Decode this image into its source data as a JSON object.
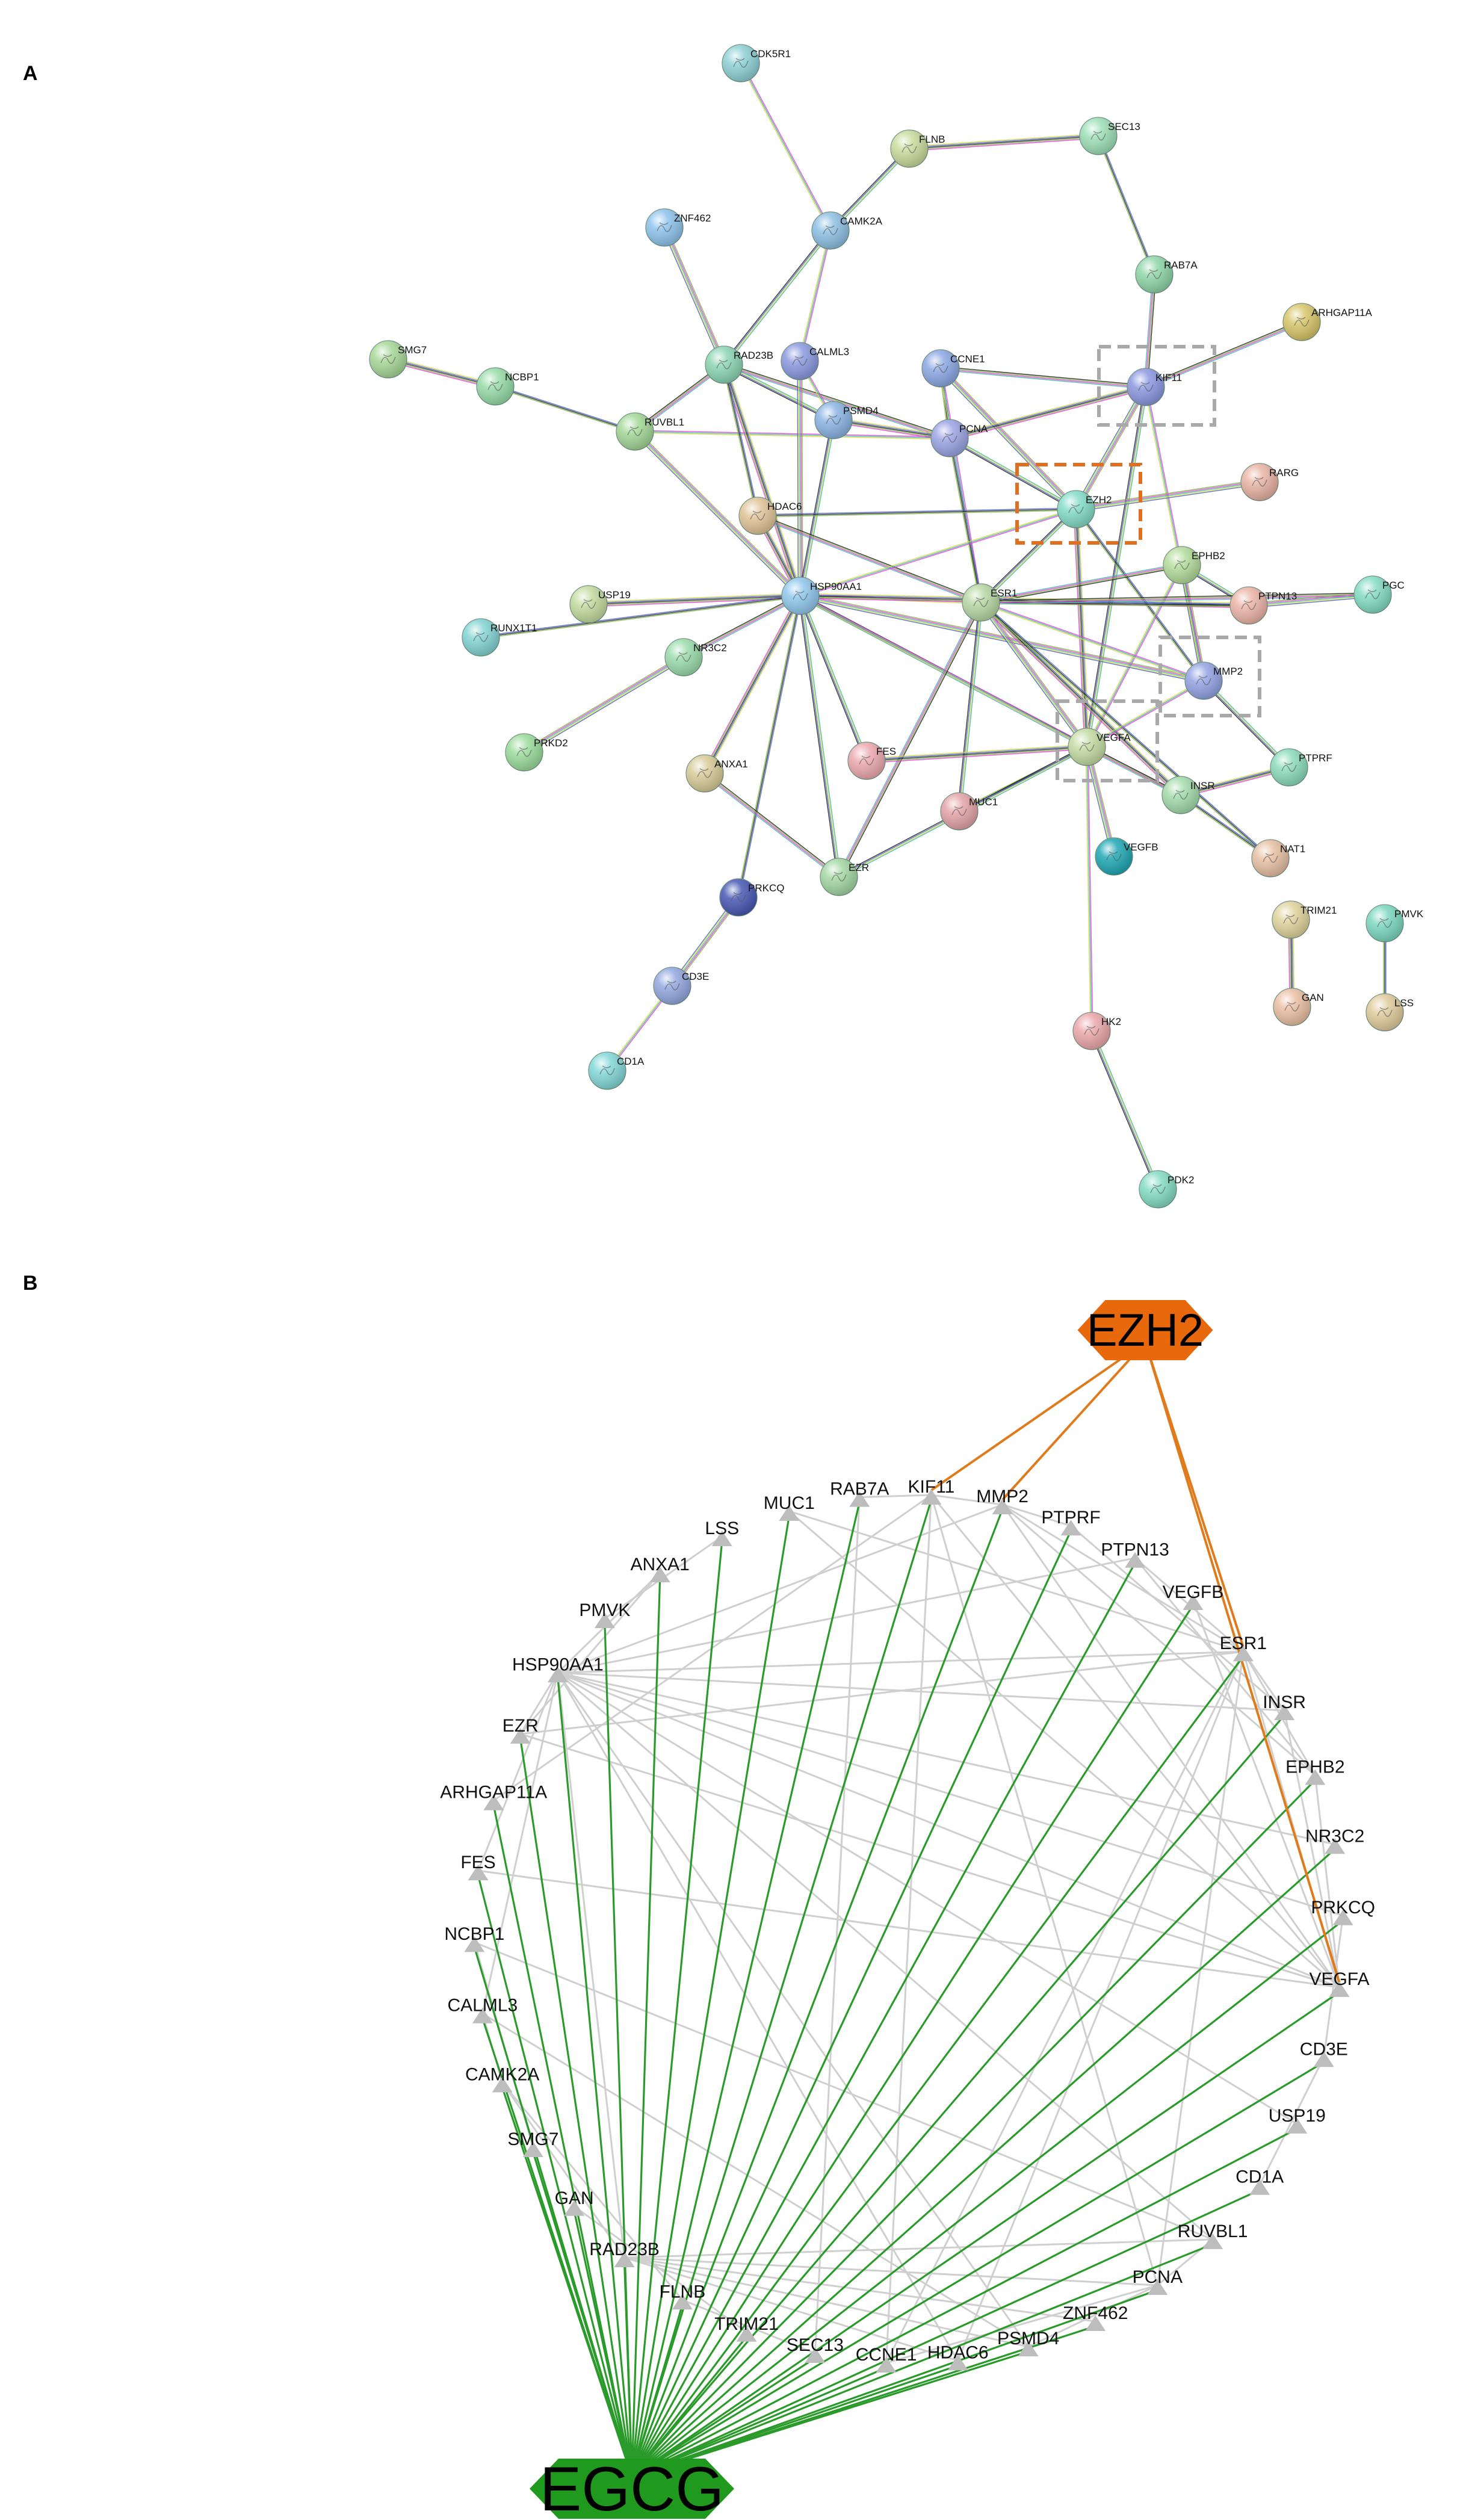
{
  "panels": {
    "a": "A",
    "b": "B"
  },
  "colors": {
    "hub_ezh2": "#e8680c",
    "hub_egcg": "#1f9a1f",
    "edge_b_gray": "#cfcfcf",
    "edge_ezh2": "#e07b1c",
    "edge_egcg": "#2a9a2a",
    "box_orange": "#e07020",
    "box_gray": "#a9a9a9"
  },
  "network_a": {
    "nodes": [
      {
        "id": "CDK5R1",
        "color": "#8fd1d6"
      },
      {
        "id": "FLNB",
        "color": "#c8dc9c"
      },
      {
        "id": "SEC13",
        "color": "#9ee0b8"
      },
      {
        "id": "ZNF462",
        "color": "#8fc4ec"
      },
      {
        "id": "CAMK2A",
        "color": "#8fc0e4"
      },
      {
        "id": "RAB7A",
        "color": "#8fd6a8"
      },
      {
        "id": "ARHGAP11A",
        "color": "#d8c66a"
      },
      {
        "id": "SMG7",
        "color": "#a8d898"
      },
      {
        "id": "NCBP1",
        "color": "#98dca8"
      },
      {
        "id": "RAD23B",
        "color": "#8cd6b4"
      },
      {
        "id": "CALML3",
        "color": "#8c9ae0"
      },
      {
        "id": "CCNE1",
        "color": "#8ca8e4"
      },
      {
        "id": "KIF11",
        "color": "#8c98e0"
      },
      {
        "id": "RUVBL1",
        "color": "#a4d898"
      },
      {
        "id": "PSMD4",
        "color": "#8cb4e4"
      },
      {
        "id": "PCNA",
        "color": "#9ca4e4"
      },
      {
        "id": "RARG",
        "color": "#e8b4a4"
      },
      {
        "id": "HDAC6",
        "color": "#e0c498"
      },
      {
        "id": "EZH2",
        "color": "#84dcc8"
      },
      {
        "id": "EPHB2",
        "color": "#b4dc9c"
      },
      {
        "id": "USP19",
        "color": "#c4dca0"
      },
      {
        "id": "HSP90AA1",
        "color": "#90c8ec"
      },
      {
        "id": "ESR1",
        "color": "#b8d8a4"
      },
      {
        "id": "PTPN13",
        "color": "#ecb4a8"
      },
      {
        "id": "PGC",
        "color": "#84dcc4"
      },
      {
        "id": "RUNX1T1",
        "color": "#84d4d4"
      },
      {
        "id": "NR3C2",
        "color": "#9cdcac"
      },
      {
        "id": "MMP2",
        "color": "#94a4e4"
      },
      {
        "id": "PRKD2",
        "color": "#9cdc9c"
      },
      {
        "id": "FES",
        "color": "#ecaab0"
      },
      {
        "id": "VEGFA",
        "color": "#c4dca4"
      },
      {
        "id": "PTPRF",
        "color": "#8cdcbc"
      },
      {
        "id": "ANXA1",
        "color": "#d8cc98"
      },
      {
        "id": "MUC1",
        "color": "#e4a4a8"
      },
      {
        "id": "INSR",
        "color": "#a4dcac"
      },
      {
        "id": "VEGFB",
        "color": "#20a8b4"
      },
      {
        "id": "NAT1",
        "color": "#e8c0a4"
      },
      {
        "id": "PRKCQ",
        "color": "#4858b4"
      },
      {
        "id": "EZR",
        "color": "#a4d8a4"
      },
      {
        "id": "TRIM21",
        "color": "#e0d49c"
      },
      {
        "id": "PMVK",
        "color": "#7cd8c0"
      },
      {
        "id": "CD3E",
        "color": "#94a8e0"
      },
      {
        "id": "GAN",
        "color": "#ecc0a4"
      },
      {
        "id": "LSS",
        "color": "#e0cc9c"
      },
      {
        "id": "HK2",
        "color": "#eca8ac"
      },
      {
        "id": "CD1A",
        "color": "#84d8d8"
      },
      {
        "id": "PDK2",
        "color": "#84dcc4"
      }
    ],
    "edges": [
      [
        "CDK5R1",
        "CAMK2A"
      ],
      [
        "FLNB",
        "CAMK2A"
      ],
      [
        "FLNB",
        "SEC13"
      ],
      [
        "SEC13",
        "RAB7A"
      ],
      [
        "RAB7A",
        "KIF11"
      ],
      [
        "ZNF462",
        "RAD23B"
      ],
      [
        "CAMK2A",
        "CALML3"
      ],
      [
        "CAMK2A",
        "RAD23B"
      ],
      [
        "SMG7",
        "NCBP1"
      ],
      [
        "NCBP1",
        "RUVBL1"
      ],
      [
        "RUVBL1",
        "RAD23B"
      ],
      [
        "RUVBL1",
        "HSP90AA1"
      ],
      [
        "RUVBL1",
        "PCNA"
      ],
      [
        "RAD23B",
        "PSMD4"
      ],
      [
        "RAD23B",
        "HSP90AA1"
      ],
      [
        "RAD23B",
        "HDAC6"
      ],
      [
        "RAD23B",
        "PCNA"
      ],
      [
        "CALML3",
        "HSP90AA1"
      ],
      [
        "CALML3",
        "PSMD4"
      ],
      [
        "PSMD4",
        "HSP90AA1"
      ],
      [
        "PSMD4",
        "PCNA"
      ],
      [
        "CCNE1",
        "PCNA"
      ],
      [
        "CCNE1",
        "KIF11"
      ],
      [
        "CCNE1",
        "EZH2"
      ],
      [
        "CCNE1",
        "ESR1"
      ],
      [
        "PCNA",
        "EZH2"
      ],
      [
        "PCNA",
        "KIF11"
      ],
      [
        "PCNA",
        "ESR1"
      ],
      [
        "KIF11",
        "ARHGAP11A"
      ],
      [
        "KIF11",
        "EZH2"
      ],
      [
        "KIF11",
        "MMP2"
      ],
      [
        "KIF11",
        "VEGFA"
      ],
      [
        "HDAC6",
        "HSP90AA1"
      ],
      [
        "HDAC6",
        "EZH2"
      ],
      [
        "HDAC6",
        "ESR1"
      ],
      [
        "EZH2",
        "RARG"
      ],
      [
        "EZH2",
        "HSP90AA1"
      ],
      [
        "EZH2",
        "ESR1"
      ],
      [
        "EZH2",
        "VEGFA"
      ],
      [
        "EZH2",
        "MMP2"
      ],
      [
        "EPHB2",
        "ESR1"
      ],
      [
        "EPHB2",
        "MMP2"
      ],
      [
        "EPHB2",
        "VEGFA"
      ],
      [
        "EPHB2",
        "PTPN13"
      ],
      [
        "USP19",
        "HSP90AA1"
      ],
      [
        "RUNX1T1",
        "HSP90AA1"
      ],
      [
        "NR3C2",
        "HSP90AA1"
      ],
      [
        "PRKD2",
        "NR3C2"
      ],
      [
        "HSP90AA1",
        "ESR1"
      ],
      [
        "HSP90AA1",
        "FES"
      ],
      [
        "HSP90AA1",
        "ANXA1"
      ],
      [
        "HSP90AA1",
        "PRKCQ"
      ],
      [
        "HSP90AA1",
        "VEGFA"
      ],
      [
        "HSP90AA1",
        "MMP2"
      ],
      [
        "HSP90AA1",
        "INSR"
      ],
      [
        "HSP90AA1",
        "EZR"
      ],
      [
        "HSP90AA1",
        "PTPN13"
      ],
      [
        "ESR1",
        "PTPN13"
      ],
      [
        "ESR1",
        "PGC"
      ],
      [
        "ESR1",
        "VEGFA"
      ],
      [
        "ESR1",
        "MMP2"
      ],
      [
        "ESR1",
        "MUC1"
      ],
      [
        "ESR1",
        "INSR"
      ],
      [
        "ESR1",
        "NAT1"
      ],
      [
        "ESR1",
        "EZR"
      ],
      [
        "PTPN13",
        "PGC"
      ],
      [
        "MMP2",
        "VEGFA"
      ],
      [
        "MMP2",
        "PTPRF"
      ],
      [
        "FES",
        "VEGFA"
      ],
      [
        "VEGFA",
        "MUC1"
      ],
      [
        "VEGFA",
        "INSR"
      ],
      [
        "VEGFA",
        "VEGFB"
      ],
      [
        "VEGFA",
        "HK2"
      ],
      [
        "VEGFA",
        "EZR"
      ],
      [
        "INSR",
        "PTPRF"
      ],
      [
        "INSR",
        "NAT1"
      ],
      [
        "ANXA1",
        "EZR"
      ],
      [
        "PRKCQ",
        "CD3E"
      ],
      [
        "CD3E",
        "CD1A"
      ],
      [
        "HK2",
        "PDK2"
      ],
      [
        "TRIM21",
        "GAN"
      ],
      [
        "PMVK",
        "LSS"
      ]
    ]
  },
  "network_b": {
    "hub_top": "EZH2",
    "hub_bottom": "EGCG",
    "ring": [
      "RAB7A",
      "KIF11",
      "MMP2",
      "PTPRF",
      "PTPN13",
      "VEGFB",
      "ESR1",
      "INSR",
      "EPHB2",
      "NR3C2",
      "PRKCQ",
      "VEGFA",
      "CD3E",
      "USP19",
      "CD1A",
      "RUVBL1",
      "PCNA",
      "ZNF462",
      "PSMD4",
      "HDAC6",
      "CCNE1",
      "SEC13",
      "TRIM21",
      "FLNB",
      "RAD23B",
      "GAN",
      "SMG7",
      "CAMK2A",
      "CALML3",
      "NCBP1",
      "FES",
      "ARHGAP11A",
      "EZR",
      "HSP90AA1",
      "PMVK",
      "ANXA1",
      "LSS",
      "MUC1"
    ],
    "ezh2_targets": [
      "KIF11",
      "MMP2",
      "ESR1",
      "VEGFA"
    ]
  }
}
